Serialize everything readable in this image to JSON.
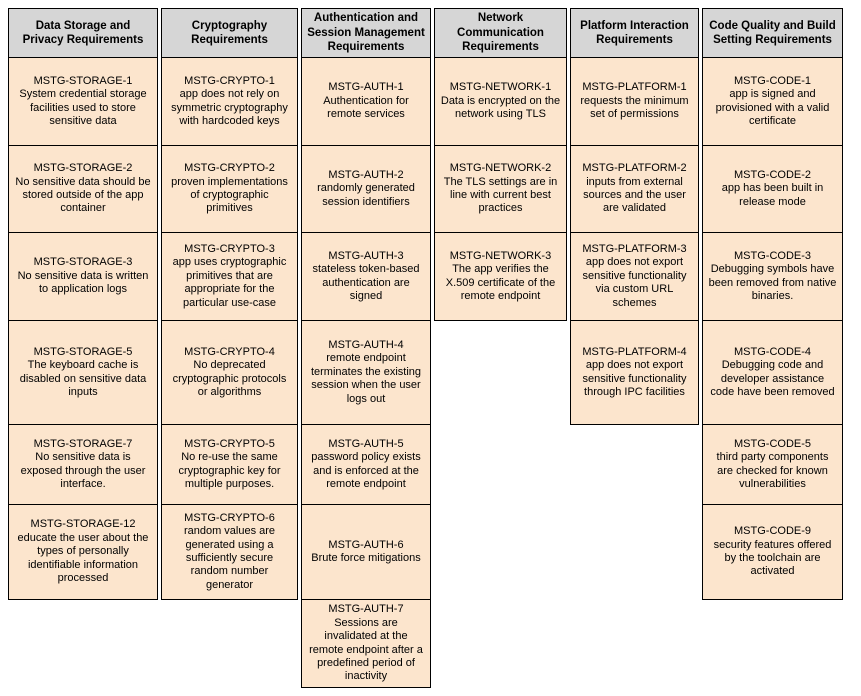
{
  "colors": {
    "header_bg": "#d6d6d6",
    "cell_bg": "#fce5cd",
    "border": "#000000"
  },
  "table": {
    "columns": [
      {
        "header": "Data Storage and Privacy Requirements",
        "cells": [
          {
            "code": "MSTG-STORAGE-1",
            "text": "System credential storage facilities used to store sensitive data"
          },
          {
            "code": "MSTG-STORAGE-2",
            "text": "No sensitive data should be stored outside of the app container"
          },
          {
            "code": "MSTG-STORAGE-3",
            "text": "No sensitive data is written to application logs"
          },
          {
            "code": "MSTG-STORAGE-5",
            "text": "The keyboard cache is disabled on sensitive data inputs"
          },
          {
            "code": "MSTG-STORAGE-7",
            "text": "No sensitive data is exposed through the user interface."
          },
          {
            "code": "MSTG-STORAGE-12",
            "text": "educate the user about the types of personally identifiable information processed"
          }
        ]
      },
      {
        "header": "Cryptography Requirements",
        "cells": [
          {
            "code": "MSTG-CRYPTO-1",
            "text": "app does not rely on symmetric cryptography with hardcoded keys"
          },
          {
            "code": "MSTG-CRYPTO-2",
            "text": "proven implementations of cryptographic primitives"
          },
          {
            "code": "MSTG-CRYPTO-3",
            "text": "app uses cryptographic primitives that are appropriate for the particular use-case"
          },
          {
            "code": "MSTG-CRYPTO-4",
            "text": "No deprecated cryptographic protocols or algorithms"
          },
          {
            "code": "MSTG-CRYPTO-5",
            "text": "No re-use the same cryptographic key for multiple purposes."
          },
          {
            "code": "MSTG-CRYPTO-6",
            "text": "random values are generated using a sufficiently secure random number generator"
          }
        ]
      },
      {
        "header": "Authentication and Session Management Requirements",
        "cells": [
          {
            "code": "MSTG-AUTH-1",
            "text": "Authentication for remote services"
          },
          {
            "code": "MSTG-AUTH-2",
            "text": "randomly generated session identifiers"
          },
          {
            "code": "MSTG-AUTH-3",
            "text": "stateless token-based authentication are signed"
          },
          {
            "code": "MSTG-AUTH-4",
            "text": "remote endpoint terminates the existing session when the user logs out"
          },
          {
            "code": "MSTG-AUTH-5",
            "text": "password policy exists and is enforced at the remote endpoint"
          },
          {
            "code": "MSTG-AUTH-6",
            "text": "Brute force mitigations"
          },
          {
            "code": "MSTG-AUTH-7",
            "text": "Sessions are invalidated at the remote endpoint after a predefined period of inactivity"
          }
        ]
      },
      {
        "header": "Network Communication Requirements",
        "cells": [
          {
            "code": "MSTG-NETWORK-1",
            "text": "Data is encrypted on the network using TLS"
          },
          {
            "code": "MSTG-NETWORK-2",
            "text": "The TLS settings are in line with current best practices"
          },
          {
            "code": "MSTG-NETWORK-3",
            "text": "The app verifies the X.509 certificate of the remote endpoint"
          }
        ]
      },
      {
        "header": "Platform Interaction Requirements",
        "cells": [
          {
            "code": "MSTG-PLATFORM-1",
            "text": "requests the minimum set of permissions"
          },
          {
            "code": "MSTG-PLATFORM-2",
            "text": "inputs from external sources and the user are validated"
          },
          {
            "code": "MSTG-PLATFORM-3",
            "text": "app does not export sensitive functionality via custom URL schemes"
          },
          {
            "code": "MSTG-PLATFORM-4",
            "text": "app does not export sensitive functionality through IPC facilities"
          }
        ]
      },
      {
        "header": "Code Quality and Build Setting Requirements",
        "cells": [
          {
            "code": "MSTG-CODE-1",
            "text": "app is signed and provisioned with a valid certificate"
          },
          {
            "code": "MSTG-CODE-2",
            "text": "app has been built in release mode"
          },
          {
            "code": "MSTG-CODE-3",
            "text": "Debugging symbols have been removed from native binaries."
          },
          {
            "code": "MSTG-CODE-4",
            "text": "Debugging code and developer assistance code have been removed"
          },
          {
            "code": "MSTG-CODE-5",
            "text": "third party components are checked for known vulnerabilities"
          },
          {
            "code": "MSTG-CODE-9",
            "text": "security features offered by the toolchain are activated"
          }
        ]
      }
    ]
  }
}
